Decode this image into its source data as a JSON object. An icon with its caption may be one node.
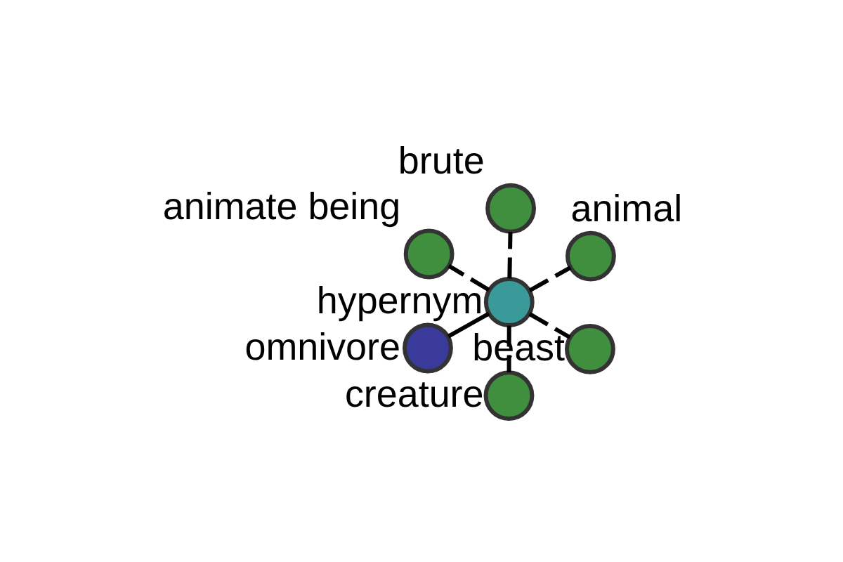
{
  "diagram": {
    "nodes": [
      {
        "text": [],
        "shape": "circle",
        "beside": [
          "hypernym"
        ]
      },
      {
        "text": [],
        "shape": "circle",
        "beside": [
          "beast"
        ]
      },
      {
        "text": [],
        "shape": "circle",
        "beside": [
          "creature"
        ]
      },
      {
        "text": [],
        "shape": "circle",
        "beside": [
          "animate being"
        ]
      },
      {
        "text": [],
        "shape": "circle",
        "beside": [
          "animal"
        ]
      },
      {
        "text": [],
        "shape": "circle",
        "beside": [
          "brute"
        ]
      },
      {
        "text": [],
        "shape": "circle",
        "beside": [
          "omnivore"
        ]
      }
    ],
    "edges": [
      {
        "from": 0,
        "to": 1,
        "arrow": "none",
        "style": "dashed"
      },
      {
        "from": 0,
        "to": 2,
        "arrow": "none",
        "style": "dashed"
      },
      {
        "from": 0,
        "to": 3,
        "arrow": "none",
        "style": "dashed"
      },
      {
        "from": 0,
        "to": 4,
        "arrow": "none",
        "style": "dashed"
      },
      {
        "from": 0,
        "to": 5,
        "arrow": "none",
        "style": "dashed"
      },
      {
        "from": 6,
        "to": 0,
        "arrow": "none"
      }
    ]
  }
}
